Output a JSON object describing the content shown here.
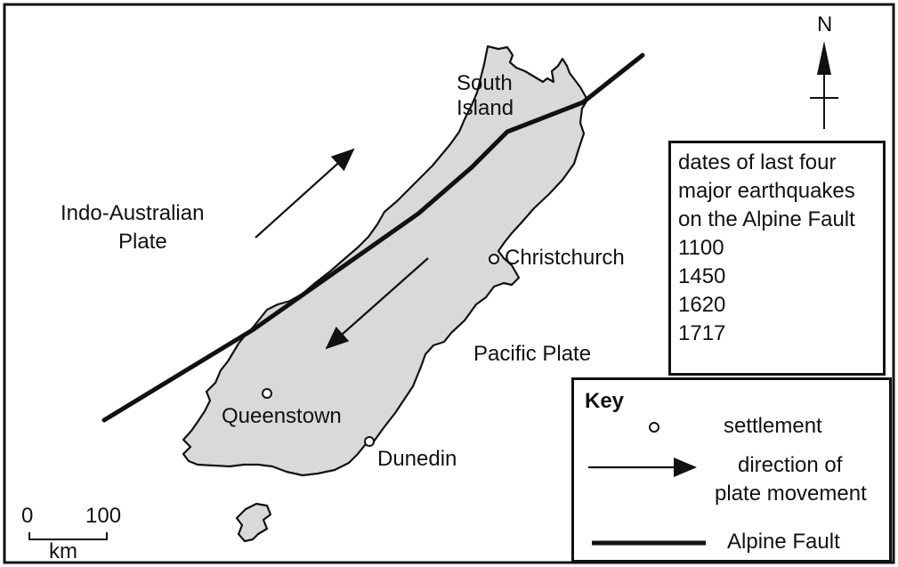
{
  "labels": {
    "north": "N",
    "south_island_line1": "South",
    "south_island_line2": "Island",
    "indo_plate_line1": "Indo-Australian",
    "indo_plate_line2": "Plate",
    "pacific_plate": "Pacific Plate",
    "christchurch": "Christchurch",
    "queenstown": "Queenstown",
    "dunedin": "Dunedin"
  },
  "scale": {
    "start": "0",
    "end": "100",
    "unit": "km"
  },
  "earthquake_panel": {
    "heading_lines": [
      "dates of last four",
      "major earthquakes",
      "on the Alpine Fault"
    ],
    "dates": [
      "1100",
      "1450",
      "1620",
      "1717"
    ]
  },
  "key": {
    "title": "Key",
    "settlement": "settlement",
    "movement_line1": "direction of",
    "movement_line2": "plate movement",
    "fault": "Alpine Fault"
  },
  "colors": {
    "land": "#d9d9d9",
    "line": "#111111"
  }
}
